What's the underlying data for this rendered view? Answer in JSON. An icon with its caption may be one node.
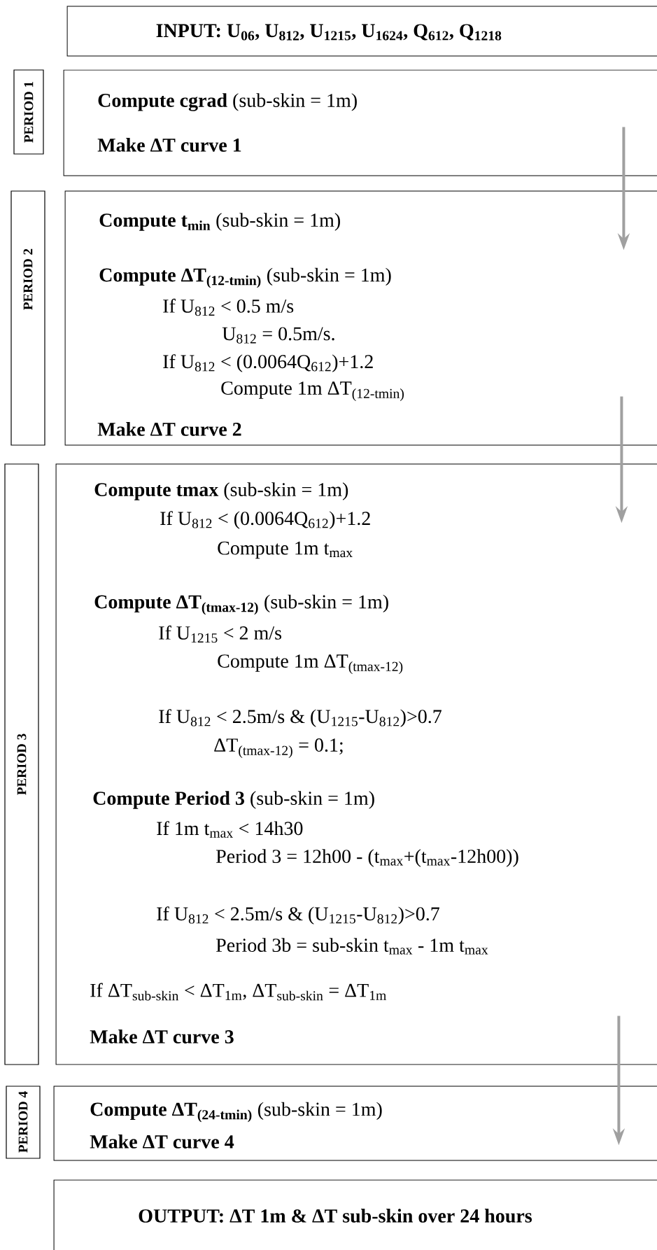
{
  "diagram": {
    "nodes": [
      {
        "text": [
          "INPUT: U$_{06}$, U$_{812}$, U$_{1215}$, U$_{1624}$, Q$_{612}$, Q$_{1218}$"
        ]
      },
      {
        "text": [
          "PERIOD 1"
        ]
      },
      {
        "text": [
          "**Compute cgrad** (sub-skin = 1m)",
          "Make ΔT curve 1"
        ]
      },
      {
        "text": [
          "PERIOD 2"
        ]
      },
      {
        "text": [
          "**Compute t$_{min}$** (sub-skin = 1m)",
          "**Compute ΔT$_{(12-tmin)}$** (sub-skin = 1m)",
          "If U$_{812}$ < 0.5 m/s",
          "U$_{812}$ = 0.5m/s.",
          "If U$_{812}$ < (0.0064Q$_{612}$)+1.2",
          "Compute 1m ΔT$_{(12-tmin)}$",
          "Make ΔT curve 2"
        ]
      },
      {
        "text": [
          "PERIOD 3"
        ]
      },
      {
        "text": [
          "**Compute tmax** (sub-skin = 1m)",
          "If U$_{812}$ < (0.0064Q$_{612}$)+1.2",
          "Compute 1m t$_{max}$",
          "**Compute ΔT$_{(tmax-12)}$** (sub-skin = 1m)",
          "If U$_{1215}$ < 2 m/s",
          "Compute 1m ΔT$_{(tmax-12)}$",
          "If U$_{812}$ < 2.5m/s & (U$_{1215}$-U$_{812}$)>0.7",
          "ΔT$_{(tmax-12)}$ = 0.1;",
          "**Compute Period 3** (sub-skin = 1m)",
          "If 1m t$_{max}$ < 14h30",
          "Period 3 = 12h00 - (t$_{max}$+(t$_{max}$-12h00))",
          "If U$_{812}$ < 2.5m/s & (U$_{1215}$-U$_{812}$)>0.7",
          "Period 3b = sub-skin t$_{max}$ - 1m t$_{max}$",
          "If ΔT$_{sub-skin}$ < ΔT$_{1m}$, ΔT$_{sub-skin}$ = ΔT$_{1m}$",
          "Make ΔT curve 3"
        ]
      },
      {
        "text": [
          "PERIOD 4"
        ]
      },
      {
        "text": [
          "**Compute ΔT$_{(24-tmin)}$** (sub-skin = 1m)",
          "Make ΔT curve 4"
        ]
      },
      {
        "text": [
          "OUTPUT: ΔT 1m & ΔT sub-skin over 24 hours"
        ]
      }
    ],
    "edges": [
      {
        "from": 2,
        "to": 4,
        "arrow": "to"
      },
      {
        "from": 4,
        "to": 6,
        "arrow": "to"
      },
      {
        "from": 6,
        "to": 8,
        "arrow": "to"
      }
    ]
  }
}
